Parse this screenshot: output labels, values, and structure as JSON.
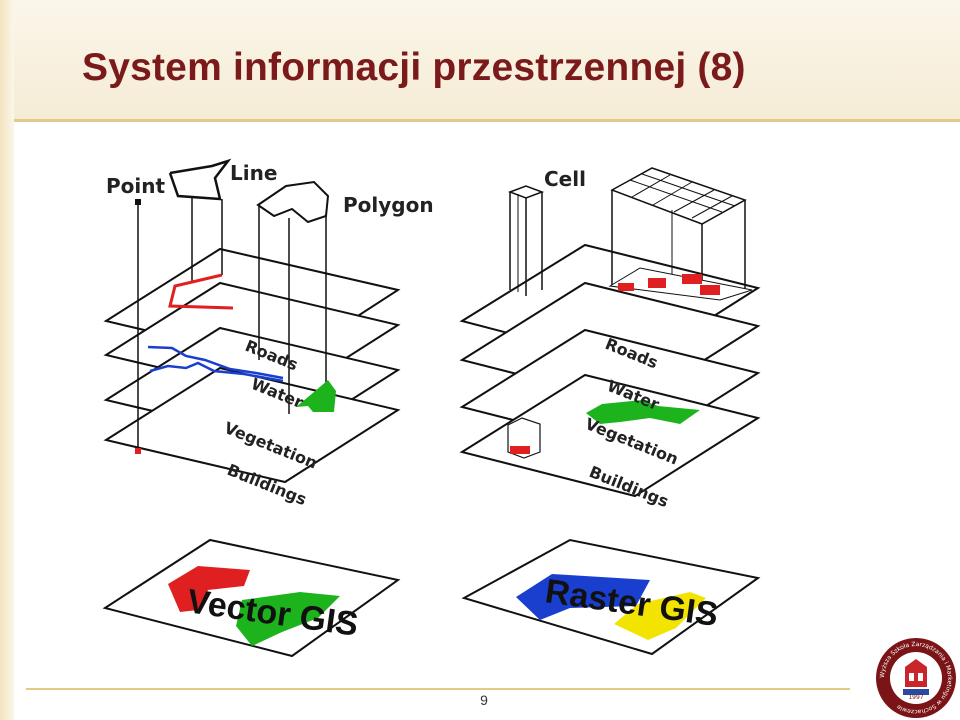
{
  "header": {
    "title": "System informacji przestrzennej (8)"
  },
  "vector_panel": {
    "labels": {
      "point": "Point",
      "line": "Line",
      "polygon": "Polygon"
    },
    "layers": [
      "Roads",
      "Water",
      "Vegetation",
      "Buildings"
    ],
    "banner": "Vector GIS"
  },
  "raster_panel": {
    "labels": {
      "cell": "Cell"
    },
    "layers": [
      "Roads",
      "Water",
      "Vegetation",
      "Buildings"
    ],
    "banner": "Raster GIS"
  },
  "footer": {
    "page_number": "9"
  },
  "logo": {
    "ring_text": "Wyższa Szkoła Zarządzania i Marketingu w Sochaczewie",
    "year": "1997"
  },
  "colors": {
    "title": "#7a1a1a",
    "accent_gold": "#e3c98a",
    "red": "#e02020",
    "green": "#1db31d",
    "blue": "#1a3fcf",
    "yellow": "#f2e300"
  }
}
